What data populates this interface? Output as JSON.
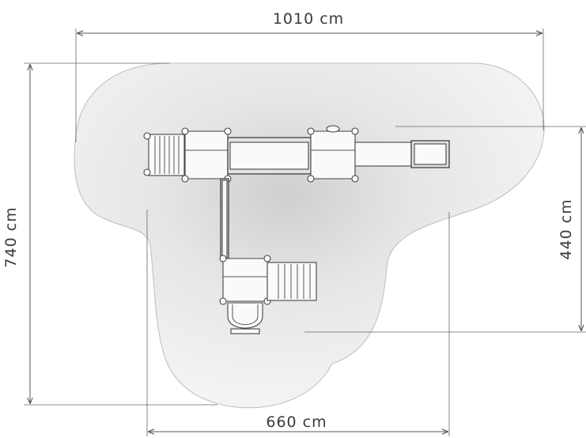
{
  "dimensions": {
    "top_width": "1010 cm",
    "bottom_width": "660 cm",
    "left_height": "740 cm",
    "right_height": "440 cm"
  },
  "colors": {
    "safety_zone_fill": "#f2f2f2",
    "safety_zone_shade": "#d4d4d4",
    "line": "#444444",
    "text": "#3a3a3a"
  }
}
